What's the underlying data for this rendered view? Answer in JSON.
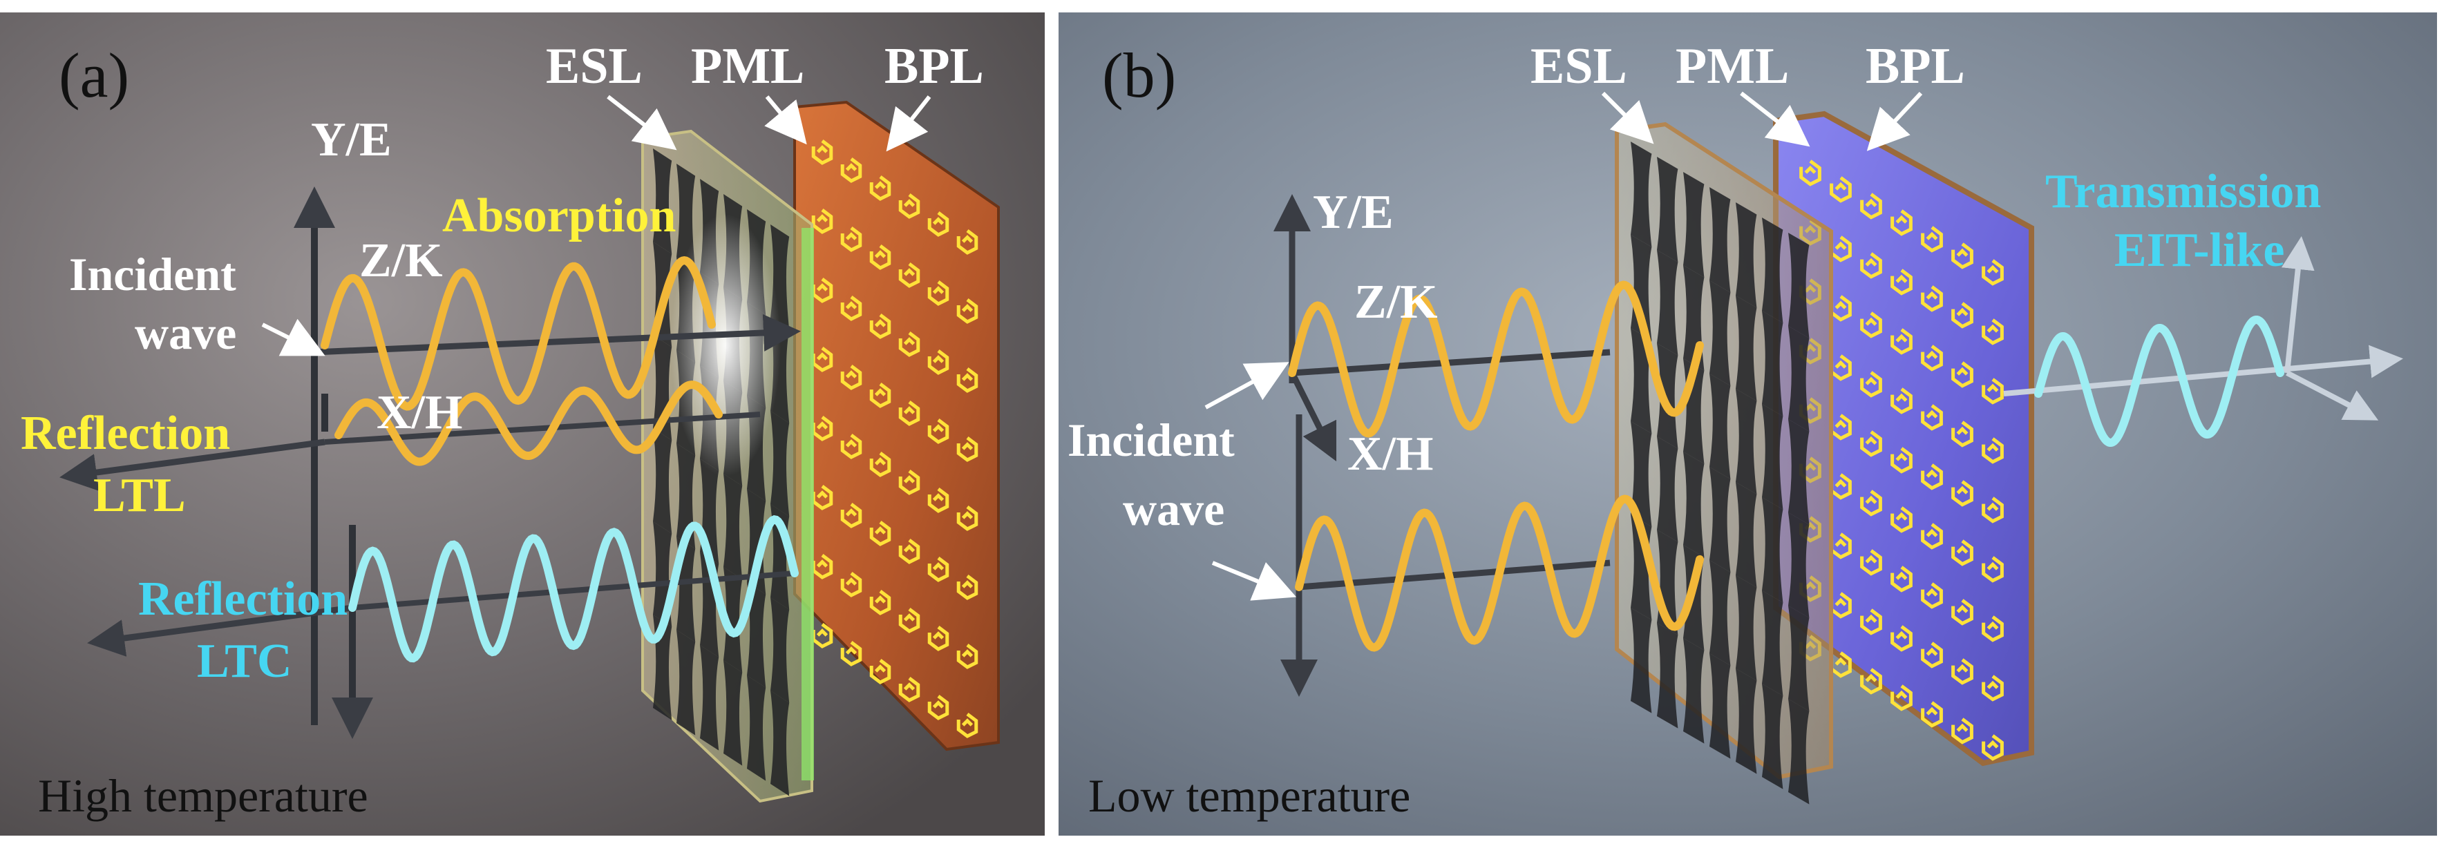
{
  "panel_a": {
    "label": "(a)",
    "layers": [
      "ESL",
      "PML",
      "BPL"
    ],
    "axes": {
      "y": "Y/E",
      "z": "Z/K",
      "x": "X/H"
    },
    "incident": [
      "Incident",
      "wave"
    ],
    "absorption": "Absorption",
    "reflection_ltl": [
      "Reflection",
      "LTL"
    ],
    "reflection_ltc": [
      "Reflection",
      "LTC"
    ],
    "condition": "High temperature"
  },
  "panel_b": {
    "label": "(b)",
    "layers": [
      "ESL",
      "PML",
      "BPL"
    ],
    "axes": {
      "y": "Y/E",
      "z": "Z/K",
      "x": "X/H"
    },
    "incident": [
      "Incident",
      "wave"
    ],
    "transmission": [
      "Transmission",
      "EIT-like"
    ],
    "condition": "Low temperature"
  },
  "colors": {
    "panel_a_bg": "#6e6a6c",
    "panel_b_bg": "#7c8898",
    "yellow_wave": "#f2b738",
    "cyan_wave": "#8fe6ee",
    "copper_plate": "#c4622c",
    "blue_plate": "#6f6fe0",
    "yellow_text": "#fff23a",
    "cyan_text": "#46d6f2"
  }
}
